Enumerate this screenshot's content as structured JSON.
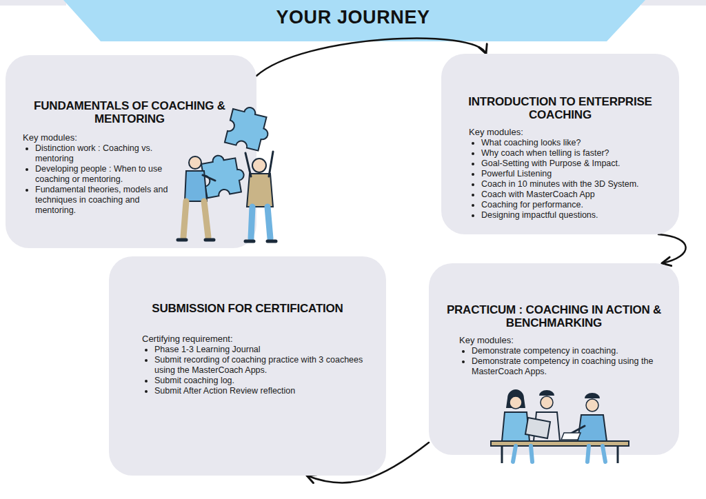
{
  "diagram": {
    "title": "YOUR JOURNEY",
    "nodes": [
      {
        "text": [
          "FUNDAMENTALS OF COACHING & MENTORING",
          "Key modules:",
          "Distinction work : Coaching vs. mentoring",
          "Developing people : When to use coaching or mentoring.",
          "Fundamental theories, models and techniques in coaching and mentoring."
        ]
      },
      {
        "text": [
          "INTRODUCTION TO ENTERPRISE COACHING",
          "Key modules:",
          "What coaching looks like?",
          "Why coach when telling is faster?",
          "Goal-Setting with Purpose & Impact.",
          "Powerful Listening",
          "Coach in 10 minutes with the 3D System.",
          "Coach with MasterCoach App",
          "Coaching for performance.",
          "Designing impactful questions."
        ]
      },
      {
        "text": [
          "PRACTICUM : COACHING IN ACTION & BENCHMARKING",
          "Key modules:",
          "Demonstrate competency in coaching.",
          "Demonstrate competency in coaching using the MasterCoach Apps."
        ]
      },
      {
        "text": [
          "SUBMISSION FOR CERTIFICATION",
          "Certifying requirement:",
          "Phase 1-3 Learning Journal",
          "Submit recording of coaching practice with 3 coachees using the MasterCoach Apps.",
          "Submit coaching log.",
          "Submit After Action Review reflection"
        ]
      }
    ],
    "edges": [
      {
        "from": 0,
        "to": 1,
        "arrow": "to"
      },
      {
        "from": 1,
        "to": 2,
        "arrow": "to"
      },
      {
        "from": 2,
        "to": 3,
        "arrow": "to"
      }
    ]
  }
}
